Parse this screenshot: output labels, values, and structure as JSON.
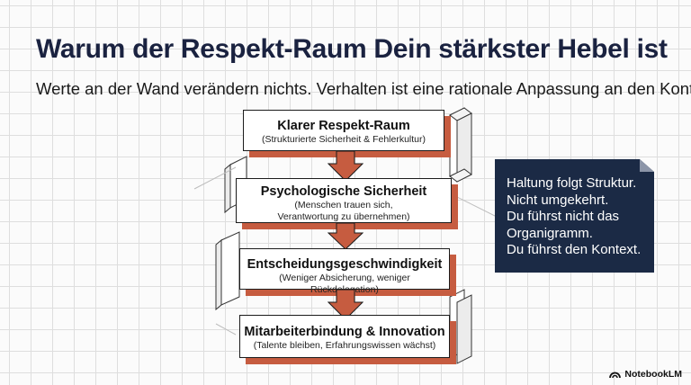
{
  "slide": {
    "title": "Warum der Respekt-Raum Dein stärkster Hebel ist",
    "subtitle": "Werte an der Wand verändern nichts. Verhalten ist eine rationale Anpassung an den Kontext."
  },
  "steps": [
    {
      "title": "Klarer Respekt-Raum",
      "description": "(Strukturierte Sicherheit & Fehlerkultur)"
    },
    {
      "title": "Psychologische Sicherheit",
      "description": "(Menschen trauen sich, Verantwortung zu übernehmen)"
    },
    {
      "title": "Entscheidungsgeschwindigkeit",
      "description": "(Weniger Absicherung, weniger Rückdelegation)"
    },
    {
      "title": "Mitarbeiterbindung & Innovation",
      "description": "(Talente bleiben, Erfahrungswissen wächst)"
    }
  ],
  "note": {
    "lines": [
      "Haltung folgt Struktur.",
      "Nicht umgekehrt.",
      "Du führst nicht das",
      "Organigramm.",
      "Du führst den Kontext."
    ]
  },
  "branding": {
    "logo_text": "NotebookLM"
  },
  "colors": {
    "title": "#1a2240",
    "accent": "#c65c40",
    "note_background": "#1b2a45",
    "grid": "#dedede"
  },
  "icons": {
    "arrow": "down-arrow-icon",
    "logo": "notebooklm-logo-icon",
    "note_fold": "folded-corner-icon"
  }
}
